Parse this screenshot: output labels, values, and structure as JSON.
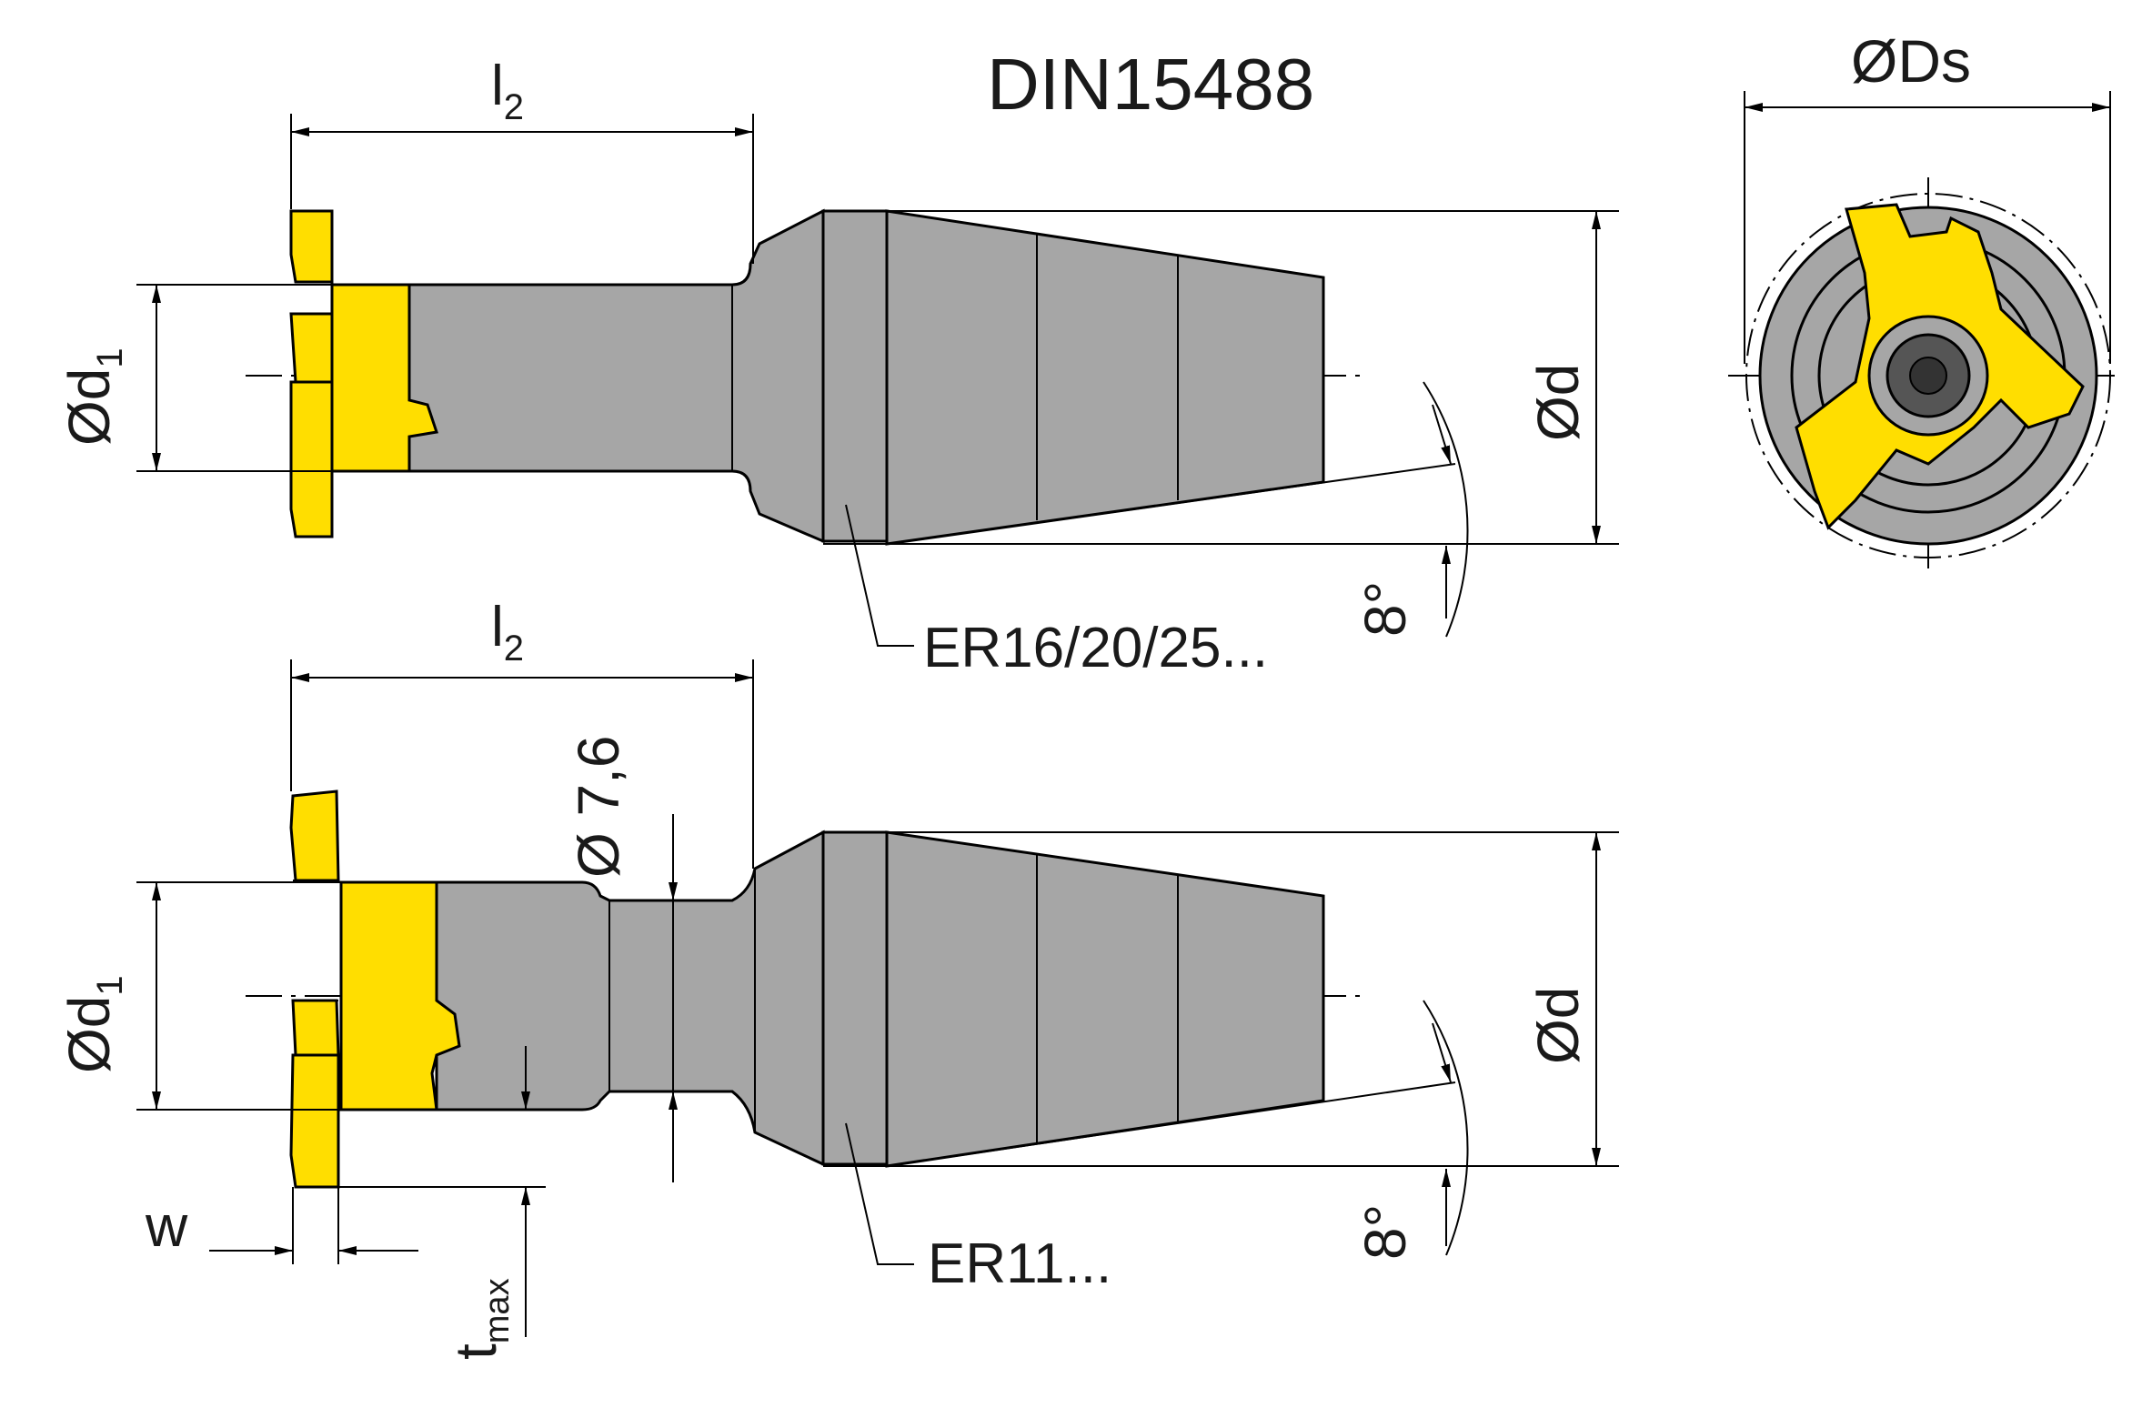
{
  "title": "DIN15488",
  "top_view": {
    "l2_main": "l",
    "l2_sub": "2",
    "d1_main": "Ød",
    "d1_sub": "1",
    "d_label": "Ød",
    "angle_label": "8°",
    "collet_label": "ER16/20/25..."
  },
  "bottom_view": {
    "l2_main": "l",
    "l2_sub": "2",
    "d1_main": "Ød",
    "d1_sub": "1",
    "d_label": "Ød",
    "neck_label": "Ø 7,6",
    "angle_label": "8°",
    "collet_label": "ER11...",
    "w_label": "w",
    "tmax_main": "t",
    "tmax_sub": "max"
  },
  "end_view": {
    "ds_label": "ØDs"
  },
  "colors": {
    "insert": "#ffde00",
    "body": "#a6a6a6",
    "line": "#000000"
  }
}
